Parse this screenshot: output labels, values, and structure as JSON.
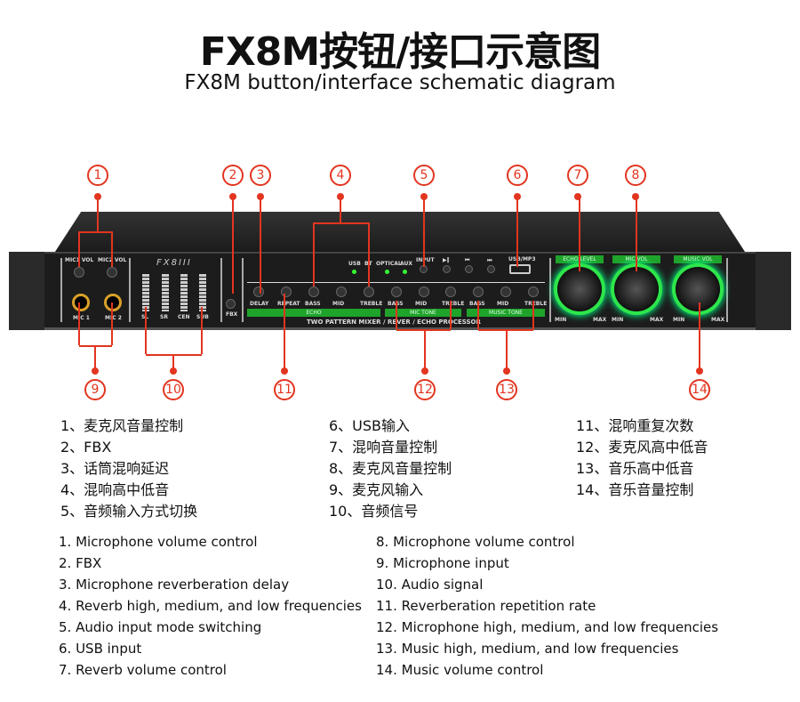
{
  "title": "FX8M按钮/接口示意图",
  "subtitle": "FX8M button/interface schematic diagram",
  "device": {
    "model": "FX8III",
    "mic1_vol": "MIC1 VOL",
    "mic2_vol": "MIC2 VOL",
    "mic1": "MIC 1",
    "mic2": "MIC 2",
    "meter_labels": [
      "SL",
      "SR",
      "CEN",
      "SUB"
    ],
    "fbx": "FBX",
    "source_labels": [
      "USB",
      "BT",
      "OPTICAL",
      "AUX"
    ],
    "input": "INPUT",
    "usb_port": "USB/MP3",
    "echo_knobs": [
      "DELAY",
      "REPEAT",
      "BASS",
      "MID",
      "TREBLE"
    ],
    "mic_knobs": [
      "BASS",
      "MID",
      "TREBLE"
    ],
    "music_knobs": [
      "BASS",
      "MID",
      "TREBLE"
    ],
    "echo_bar": "ECHO",
    "mic_tone_bar": "MIC TONE",
    "music_tone_bar": "MUSIC TONE",
    "processor_label": "TWO PATTERN MIXER / REVER / ECHO PROCESSOR",
    "big_knobs": [
      "ECHO LEVEL",
      "MIC VOL",
      "MUSIC VOL"
    ],
    "min": "MIN",
    "max": "MAX"
  },
  "callouts": [
    "1",
    "2",
    "3",
    "4",
    "5",
    "6",
    "7",
    "8",
    "9",
    "10",
    "11",
    "12",
    "13",
    "14"
  ],
  "cn_list": [
    "1、麦克风音量控制",
    "2、FBX",
    "3、话筒混响延迟",
    "4、混响高中低音",
    "5、音频输入方式切换",
    "6、USB输入",
    "7、混响音量控制",
    "8、麦克风音量控制",
    "9、麦克风输入",
    "10、音频信号",
    "11、混响重复次数",
    "12、麦克风高中低音",
    "13、音乐高中低音",
    "14、音乐音量控制"
  ],
  "en_list": [
    "1. Microphone volume control",
    "2. FBX",
    "3. Microphone reverberation delay",
    "4. Reverb high, medium, and low frequencies",
    "5. Audio input mode switching",
    "6. USB input",
    "7. Reverb volume control",
    "8. Microphone volume control",
    "9. Microphone input",
    "10. Audio signal",
    "11. Reverberation repetition rate",
    "12. Microphone high, medium, and low frequencies",
    "13. Music high, medium, and low frequencies",
    "14. Music volume control"
  ],
  "colors": {
    "callout": "#e2351f",
    "led": "#2ee64a",
    "label_bar": "#1fa32b"
  }
}
